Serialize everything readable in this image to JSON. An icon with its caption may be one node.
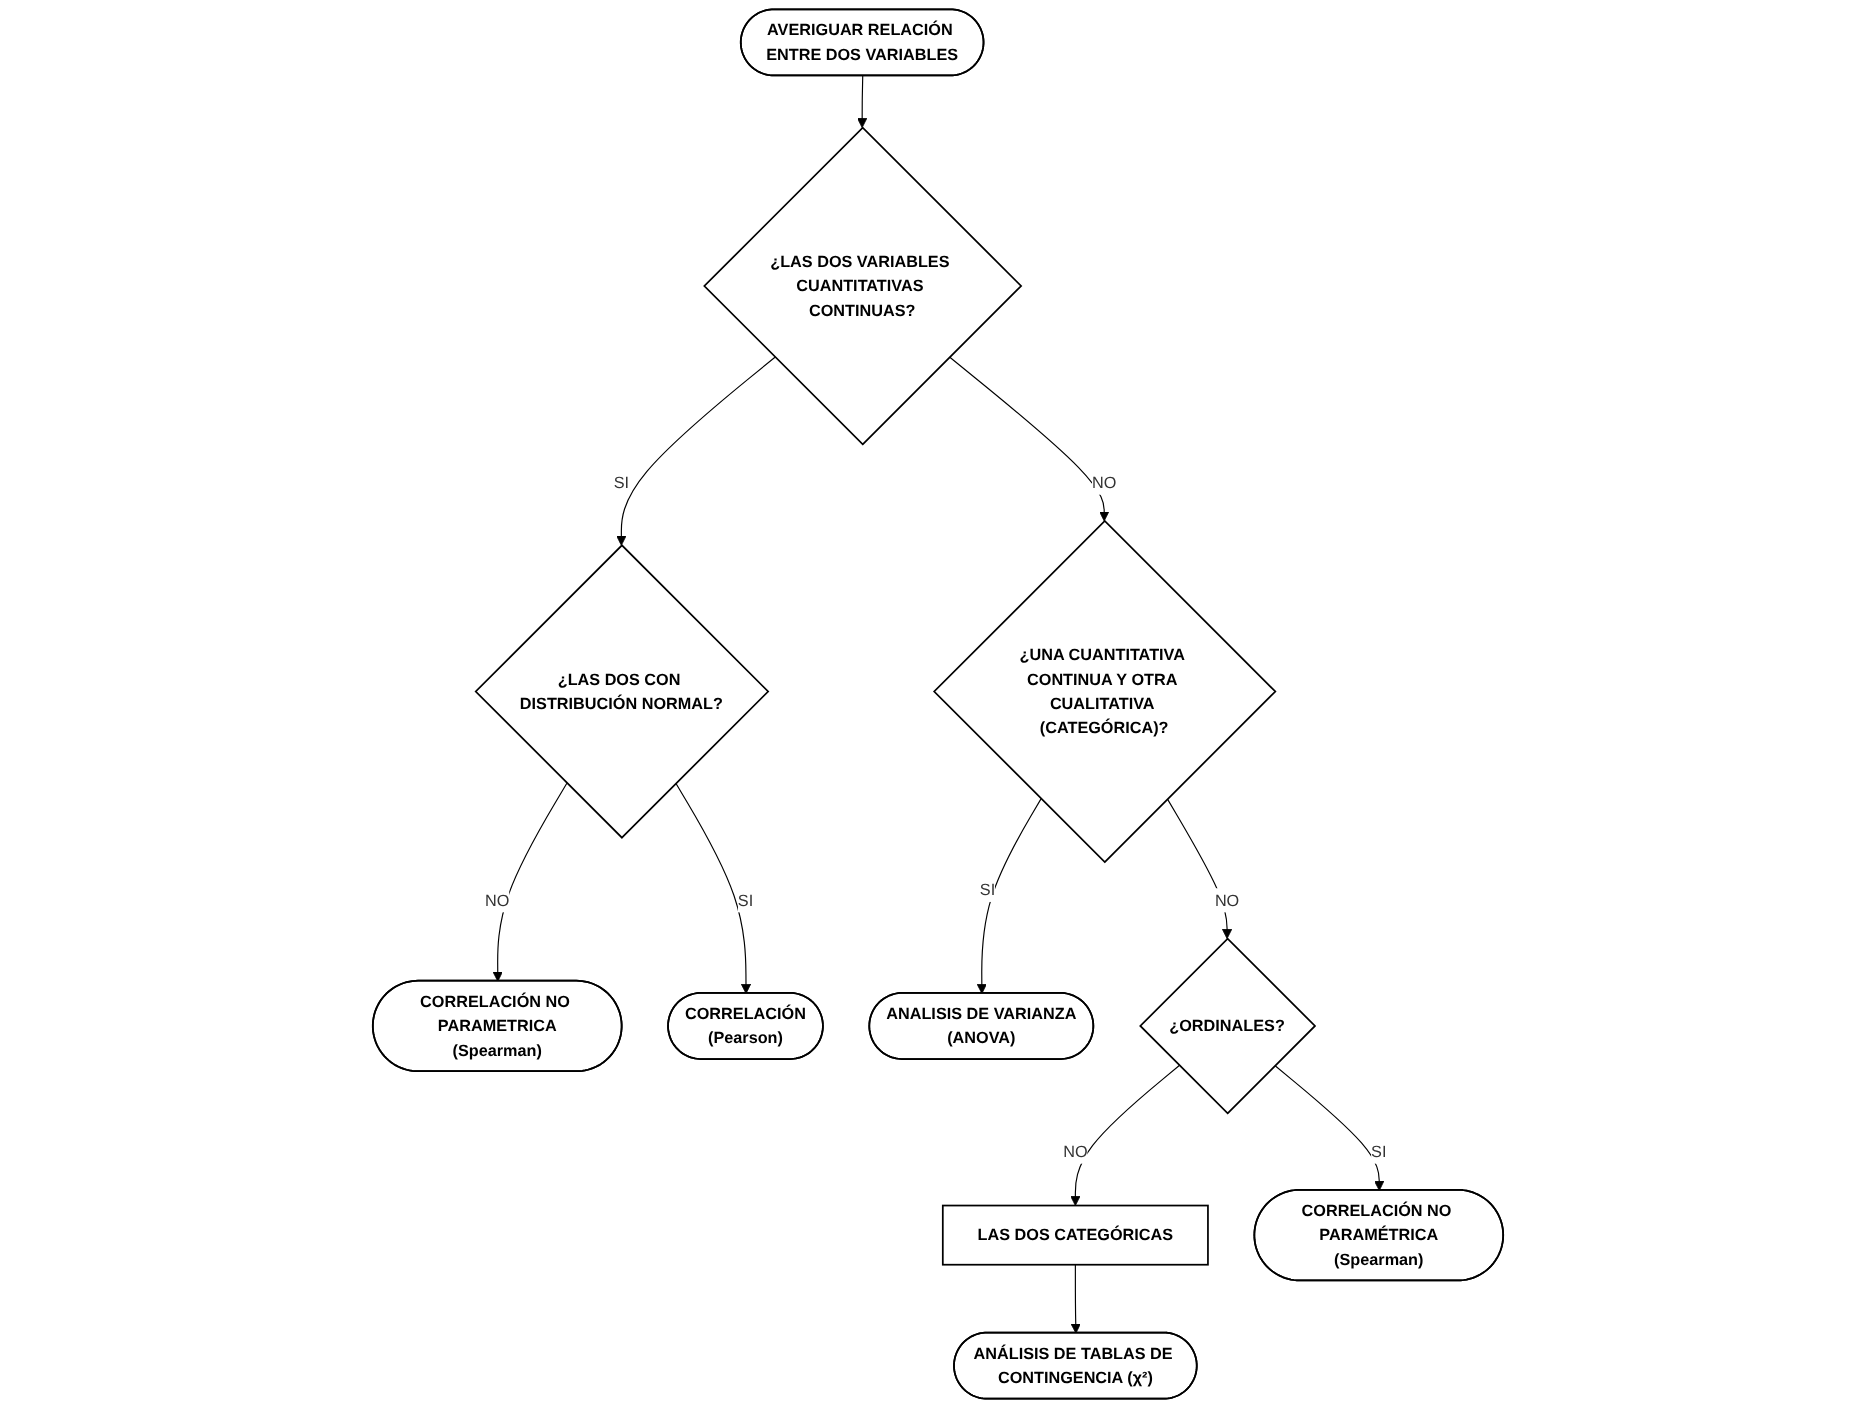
{
  "diagram": {
    "nodes": [
      {
        "text": [
          "AVERIGUAR RELACIÓN ENTRE DOS VARIABLES"
        ]
      },
      {
        "text": [
          "¿LAS DOS VARIABLES CUANTITATIVAS CONTINUAS?"
        ]
      },
      {
        "text": [
          "¿LAS DOS CON DISTRIBUCIÓN NORMAL?"
        ]
      },
      {
        "text": [
          "¿UNA CUANTITATIVA CONTINUA Y OTRA CUALITATIVA (CATEGÓRICA)?"
        ]
      },
      {
        "text": [
          "ANALISIS DE VARIANZA",
          "(ANOVA)"
        ]
      },
      {
        "text": [
          "CORRELACIÓN NO PARAMETRICA",
          "(Spearman)"
        ]
      },
      {
        "text": [
          "CORRELACIÓN",
          "(Pearson)"
        ]
      },
      {
        "text": [
          "¿ORDINALES?"
        ]
      },
      {
        "text": [
          "LAS DOS CATEGÓRICAS"
        ]
      },
      {
        "text": [
          "CORRELACIÓN NO PARAMÉTRICA",
          "(Spearman)"
        ]
      },
      {
        "text": [
          "ANÁLISIS DE TABLAS DE CONTINGENCIA (χ²)"
        ]
      }
    ],
    "edges": [
      {
        "from": 0,
        "to": 1,
        "arrow": "to"
      },
      {
        "from": 1,
        "to": 2,
        "arrow": "to",
        "label": "SI"
      },
      {
        "from": 1,
        "to": 3,
        "arrow": "to",
        "label": "NO"
      },
      {
        "from": 2,
        "to": 5,
        "arrow": "to",
        "label": "NO"
      },
      {
        "from": 2,
        "to": 6,
        "arrow": "to",
        "label": "SI"
      },
      {
        "from": 3,
        "to": 4,
        "arrow": "to",
        "label": "SI"
      },
      {
        "from": 3,
        "to": 7,
        "arrow": "to",
        "label": "NO"
      },
      {
        "from": 7,
        "to": 8,
        "arrow": "to",
        "label": "NO"
      },
      {
        "from": 7,
        "to": 9,
        "arrow": "to",
        "label": "SI"
      },
      {
        "from": 8,
        "to": 10,
        "arrow": "to"
      }
    ]
  }
}
